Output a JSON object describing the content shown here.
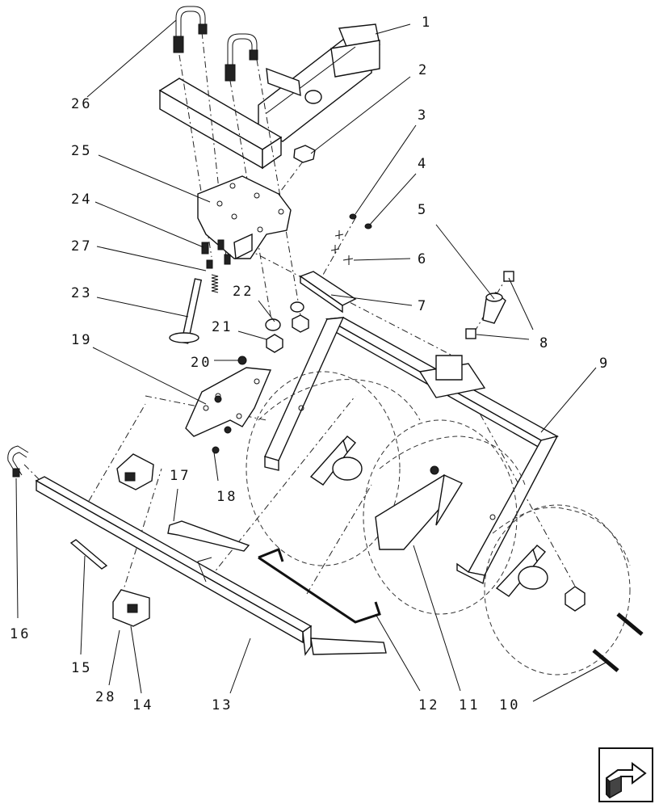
{
  "diagram": {
    "callouts": [
      "1",
      "2",
      "3",
      "4",
      "5",
      "6",
      "7",
      "8",
      "9",
      "10",
      "11",
      "12",
      "13",
      "14",
      "15",
      "16",
      "17",
      "18",
      "19",
      "20",
      "21",
      "22",
      "23",
      "24",
      "25",
      "26",
      "27",
      "28"
    ]
  },
  "navigation": {
    "icon": "next-page-arrow-icon"
  }
}
